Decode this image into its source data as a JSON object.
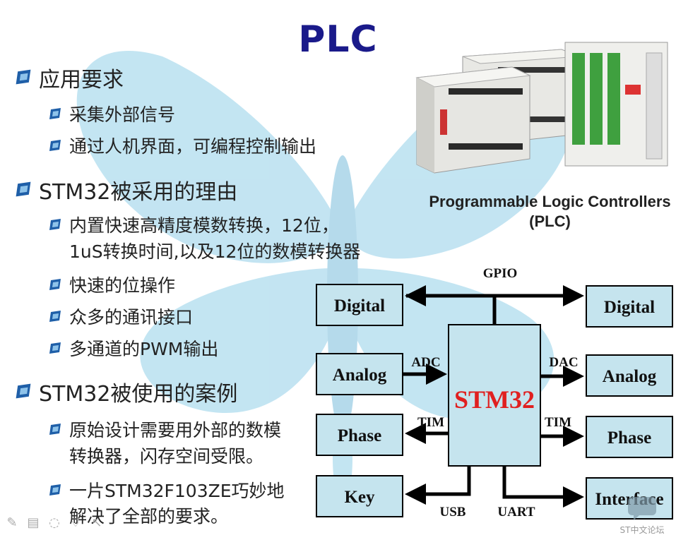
{
  "slide": {
    "title": "PLC",
    "bullets": [
      {
        "text": "应用要求",
        "level": 1
      },
      {
        "text": "采集外部信号",
        "level": 2
      },
      {
        "text": "通过人机界面，可编程控制输出",
        "level": 2
      },
      {
        "text": "STM32被采用的理由",
        "level": 1
      },
      {
        "text": "内置快速高精度模数转换，12位，",
        "level": 2
      },
      {
        "text": "1uS转换时间,以及12位的数模转换器",
        "level": 2,
        "continuation": true
      },
      {
        "text": "快速的位操作",
        "level": 2
      },
      {
        "text": "众多的通讯接口",
        "level": 2
      },
      {
        "text": "多通道的PWM输出",
        "level": 2
      },
      {
        "text": "STM32被使用的案例",
        "level": 1
      },
      {
        "text": "原始设计需要用外部的数模",
        "level": 2
      },
      {
        "text": "转换器，闪存空间受限。",
        "level": 2,
        "continuation": true
      },
      {
        "text": "一片STM32F103ZE巧妙地",
        "level": 2
      },
      {
        "text": "解决了全部的要求。",
        "level": 2,
        "continuation": true
      }
    ],
    "photo_caption_line1": "Programmable Logic Controllers",
    "photo_caption_line2": "(PLC)"
  },
  "diagram": {
    "center": "STM32",
    "left_boxes": [
      "Digital",
      "Analog",
      "Phase",
      "Key"
    ],
    "right_boxes": [
      "Digital",
      "Analog",
      "Phase",
      "Interface"
    ],
    "labels": {
      "gpio": "GPIO",
      "adc": "ADC",
      "dac": "DAC",
      "tim_left": "TIM",
      "tim_right": "TIM",
      "usb": "USB",
      "uart": "UART"
    }
  },
  "colors": {
    "title": "#1a1a8a",
    "center_text": "#e02020",
    "box_fill": "#c5e4ee",
    "butterfly": "#b9e0f0",
    "bullet_blue": "#1f5fa8"
  },
  "toolbar": {
    "icons": [
      "pen-icon",
      "slides-icon",
      "eraser-icon",
      "highlighter-icon",
      "pointer-icon"
    ]
  },
  "watermark": {
    "text": "ST中文论坛"
  }
}
